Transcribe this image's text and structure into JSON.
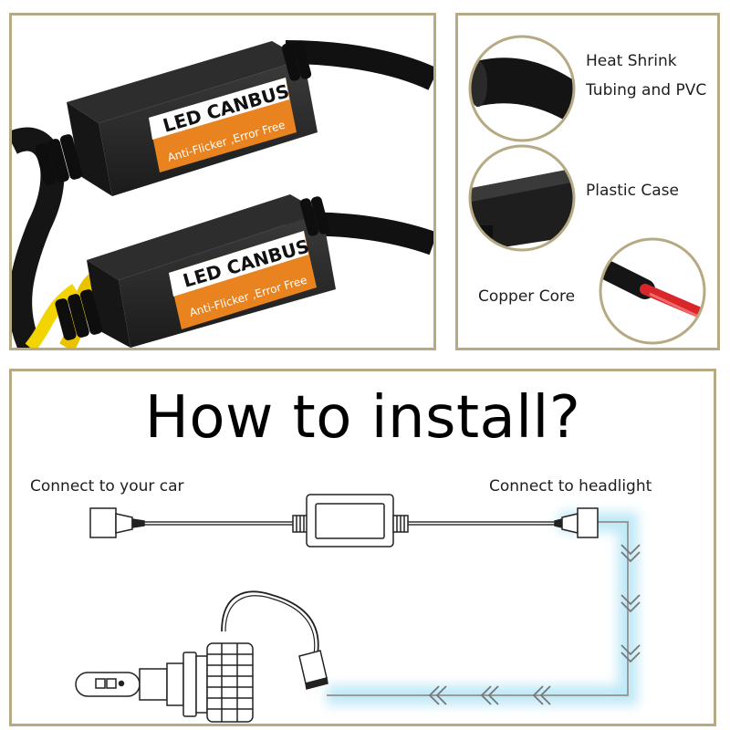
{
  "product_photo": {
    "units": [
      {
        "title": "LED CANBUS",
        "subtitle": "Anti-Flicker ,Error Free"
      },
      {
        "title": "LED CANBUS",
        "subtitle": "Anti-Flicker ,Error Free"
      }
    ]
  },
  "features": {
    "items": [
      {
        "label_line1": "Heat Shrink",
        "label_line2": "Tubing and PVC"
      },
      {
        "label_line1": "Plastic Case",
        "label_line2": ""
      },
      {
        "label_line1": "Copper Core",
        "label_line2": ""
      }
    ]
  },
  "install": {
    "title": "How to install?",
    "left_label": "Connect to your car",
    "right_label": "Connect to headlight"
  },
  "colors": {
    "frame": "#b5aa84",
    "label_orange": "#e8831f",
    "wire_red": "#d9262b",
    "glow": "#bfe9f7"
  }
}
